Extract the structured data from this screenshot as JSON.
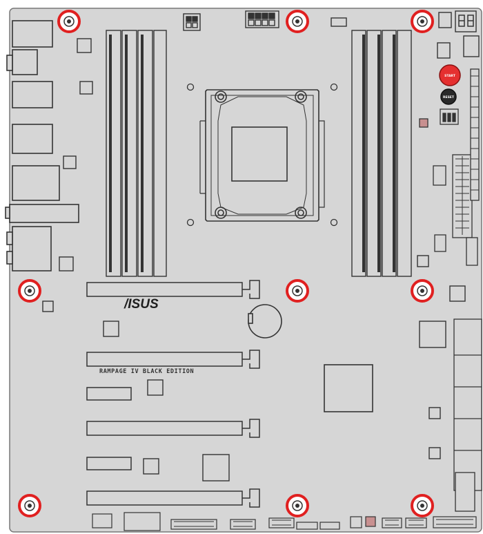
{
  "board": {
    "brand": "/ISUS",
    "model": "RAMPAGE IV BLACK EDITION"
  },
  "buttons": {
    "start_label": "START",
    "reset_label": "RESET"
  },
  "colors": {
    "board": "#d6d6d6",
    "outline": "#333333",
    "mount_hole": "#e02020",
    "start_button": "#e53030",
    "reset_button": "#2a2a2a"
  },
  "icons": {
    "mount_hole": "mounting-hole-icon",
    "start": "power-button-icon",
    "reset": "reset-button-icon"
  }
}
